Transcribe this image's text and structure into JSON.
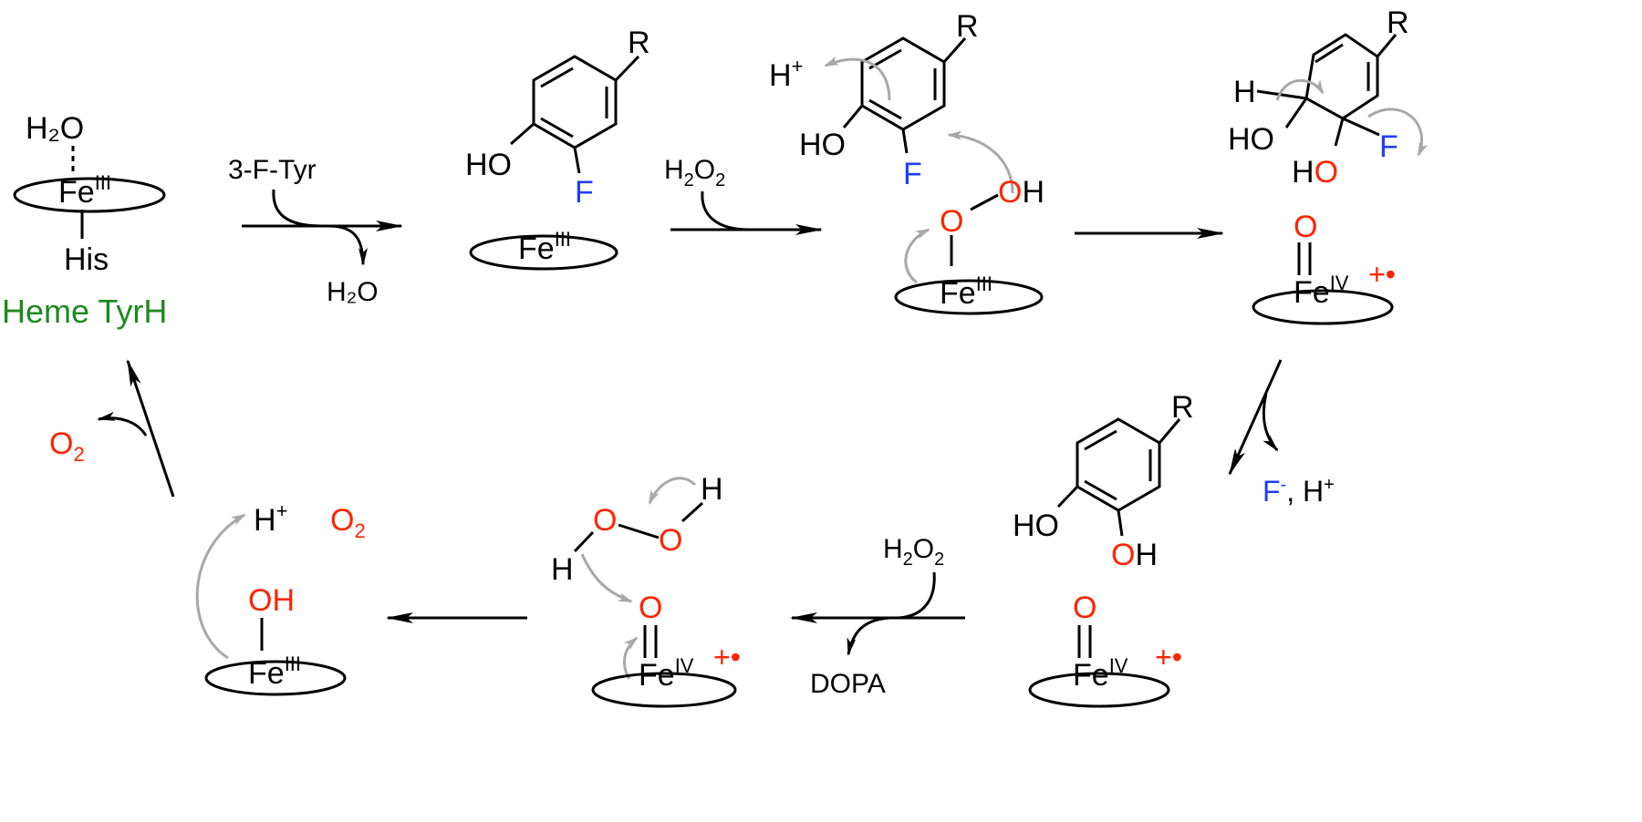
{
  "colors": {
    "black": "#000000",
    "gray_arrow": "#a8a8a8",
    "red": "#ff2400",
    "blue": "#1f3cff",
    "green": "#1d8a1d"
  },
  "labels": {
    "heme_title": "Heme TyrH",
    "h2o": "H₂O",
    "fe3": "Fe",
    "fe3_ox": "III",
    "fe4": "Fe",
    "fe4_ox": "IV",
    "his": "His",
    "substrate": "3-F-Tyr",
    "h2o_out": "H₂O",
    "h2o2": "H₂O₂",
    "R": "R",
    "HO": "HO",
    "OH": "OH",
    "F": "F",
    "O": "O",
    "H": "H",
    "H_plus": "H⁺",
    "o2": "O₂",
    "radical_cation": "+•",
    "fluoride": "F⁻",
    "fluoride_sep": ", H⁺",
    "dopa": "DOPA"
  }
}
